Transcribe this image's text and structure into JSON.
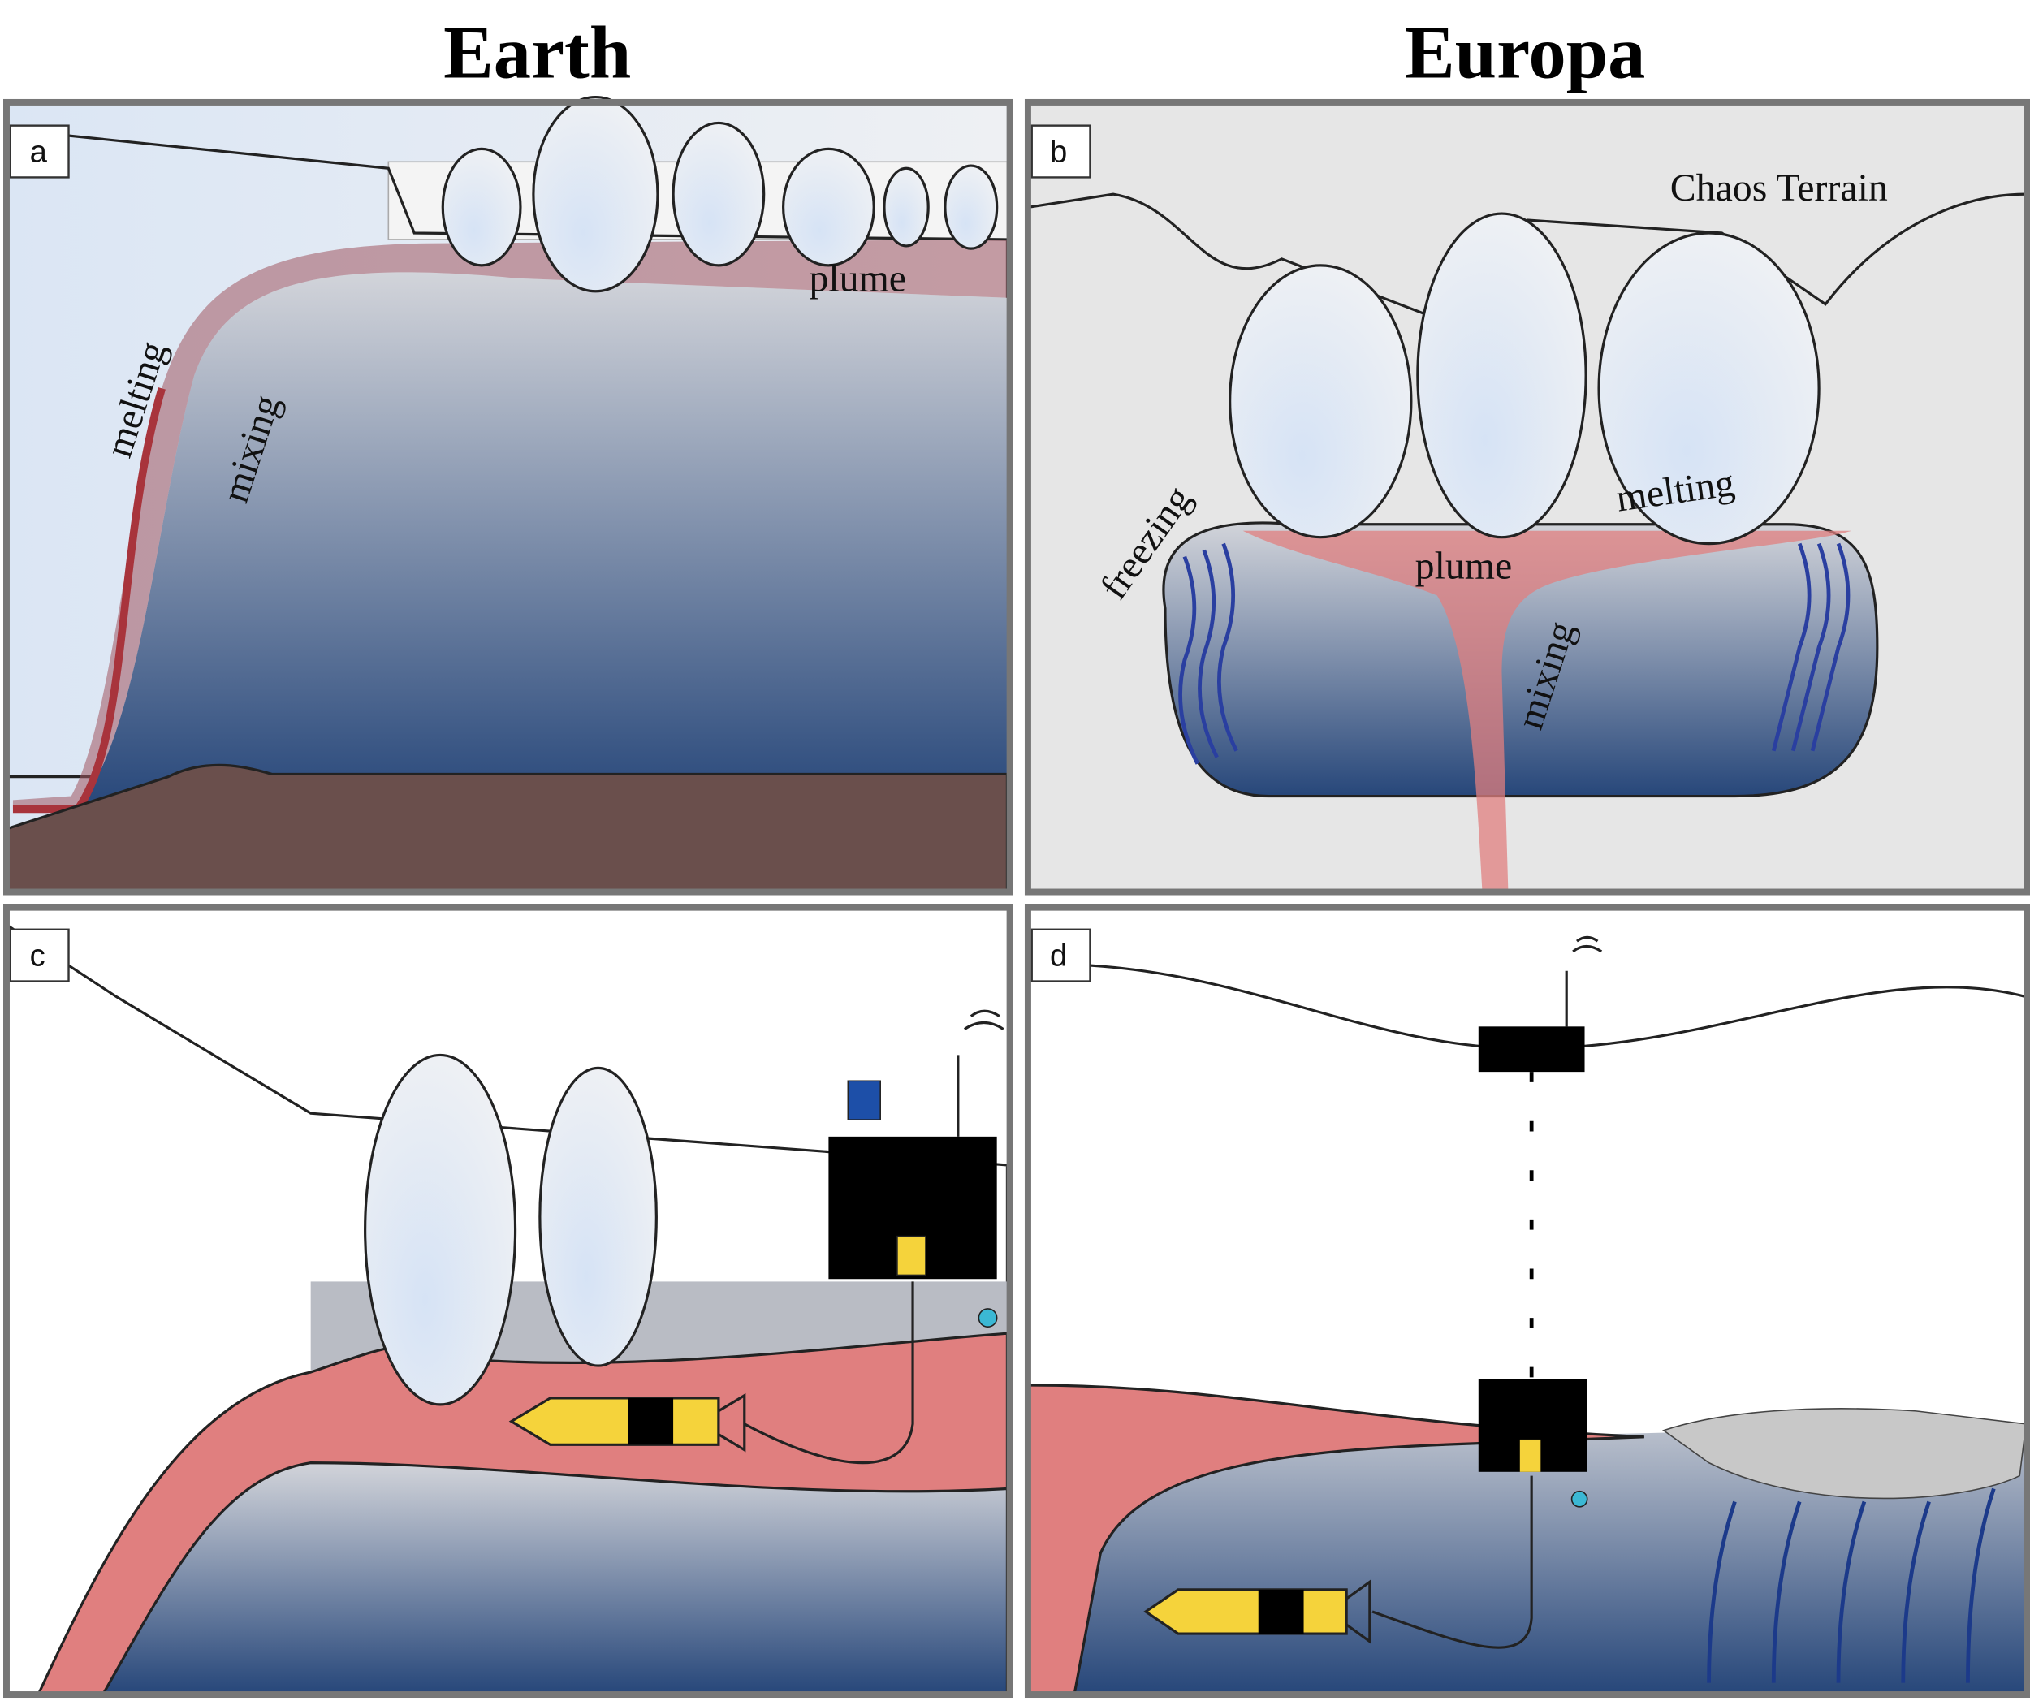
{
  "titles": {
    "left": "Earth",
    "right": "Europa"
  },
  "panels": {
    "a": {
      "letter": "a",
      "labels": {
        "plume": "plume",
        "melting": "melting",
        "mixing": "mixing"
      }
    },
    "b": {
      "letter": "b",
      "labels": {
        "chaos": "Chaos Terrain",
        "freezing": "freezing",
        "melting": "melting",
        "plume": "plume",
        "mixing": "mixing"
      }
    },
    "c": {
      "letter": "c"
    },
    "d": {
      "letter": "d"
    }
  },
  "colors": {
    "ocean_top": "#c9ccd3",
    "ocean_bottom": "#27477a",
    "plume_dark": "#a8343c",
    "plume_light": "#e07f7f",
    "seafloor": "#6a4f4c",
    "ice": "#e6e6e6",
    "probe": "#f5d33b"
  }
}
